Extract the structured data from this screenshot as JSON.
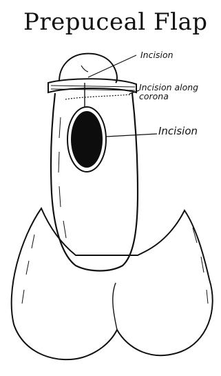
{
  "figure": {
    "title": "Prepuceal Flap",
    "labels": {
      "incision_top": "Incision",
      "incision_along_corona": "Incision along corona",
      "incision_window": "Incision"
    },
    "colors": {
      "ink": "#111111",
      "background": "#ffffff",
      "window_fill": "#0d0d0d"
    }
  }
}
